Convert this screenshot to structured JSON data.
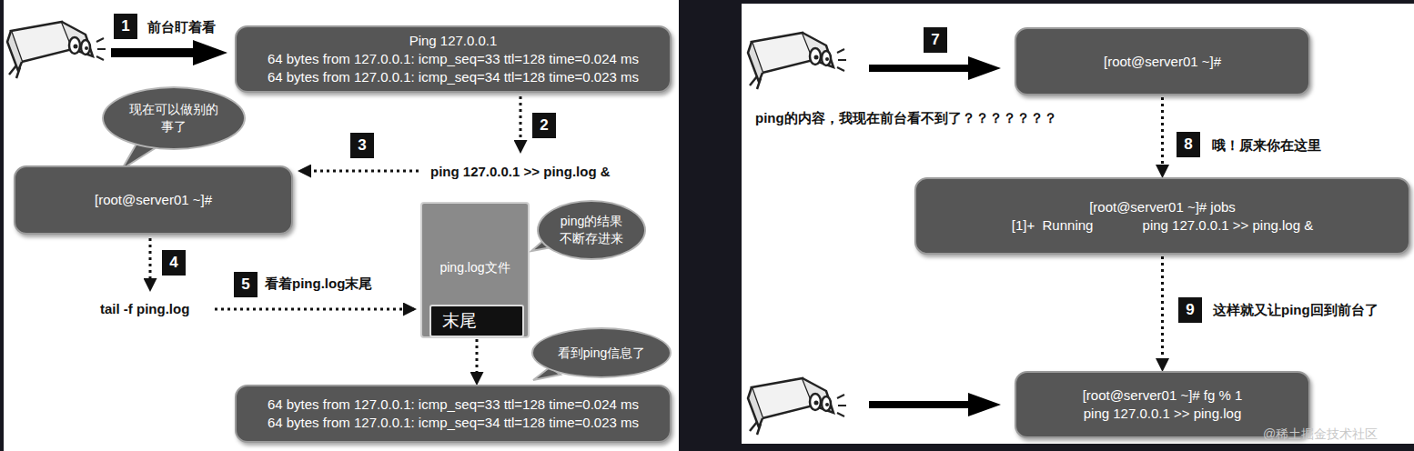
{
  "diagram": {
    "nodes": [
      {
        "text": [
          "Ping 127.0.0.1",
          "64 bytes from 127.0.0.1: icmp_seq=33 ttl=128 time=0.024 ms",
          "64 bytes from 127.0.0.1: icmp_seq=34 ttl=128 time=0.023 ms"
        ]
      },
      {
        "text": [
          "现在可以做别的事了"
        ]
      },
      {
        "text": [
          "[root@server01 ~]#"
        ]
      },
      {
        "text": [
          "ping.log文件"
        ]
      },
      {
        "text": [
          "末尾"
        ],
        "in": 3
      },
      {
        "text": [
          "ping的结果不断存进来"
        ]
      },
      {
        "text": [
          "看到ping信息了"
        ]
      },
      {
        "text": [
          "64 bytes from 127.0.0.1: icmp_seq=33 ttl=128 time=0.024 ms",
          "64 bytes from 127.0.0.1: icmp_seq=34 ttl=128 time=0.023 ms"
        ]
      },
      {
        "text": [
          "[root@server01 ~]#"
        ]
      },
      {
        "text": [
          "[root@server01 ~]# jobs",
          "[1]+  Running             ping 127.0.0.1 >> ping.log &"
        ]
      },
      {
        "text": [
          "[root@server01 ~]# fg % 1",
          "ping 127.0.0.1 >> ping.log"
        ]
      }
    ],
    "edges": [
      {
        "from": 4,
        "to": 7,
        "arrow": "to"
      },
      {
        "from": 8,
        "to": 9,
        "arrow": "to"
      },
      {
        "from": 9,
        "to": 10,
        "arrow": "to"
      }
    ],
    "labels": [
      "1",
      "前台盯着看",
      "2",
      "ping 127.0.0.1 >> ping.log &",
      "3",
      "4",
      "tail -f ping.log",
      "5",
      "看着ping.log末尾",
      "7",
      "ping的内容，我现在前台看不到了？？？？？？？",
      "8",
      "哦！原来你在这里",
      "9",
      "这样就又让ping回到前台了",
      "@稀土掘金技术社区"
    ]
  }
}
